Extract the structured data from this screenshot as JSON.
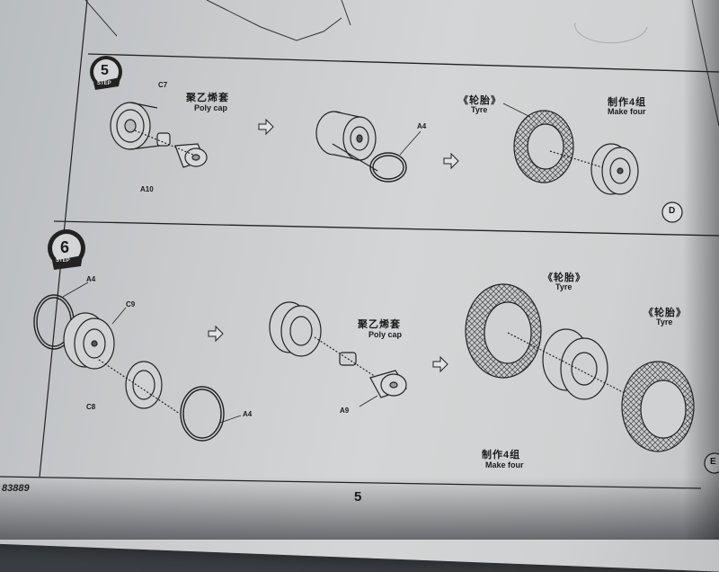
{
  "page": {
    "number": "5",
    "kit_number": "83889"
  },
  "step5": {
    "step_number": "5",
    "step_word": "STEP",
    "part_c7": "C7",
    "part_a10": "A10",
    "part_a4": "A4",
    "polycap_cn": "聚乙烯套",
    "polycap_en": "Poly cap",
    "tyre_cn": "《轮胎》",
    "tyre_en": "Tyre",
    "make_four_cn": "制作4组",
    "make_four_en": "Make four",
    "marker": "D"
  },
  "step6": {
    "step_number": "6",
    "step_word": "STEP",
    "part_a4_top": "A4",
    "part_c9": "C9",
    "part_c8": "C8",
    "part_a4_bottom": "A4",
    "part_a9": "A9",
    "polycap_cn": "聚乙烯套",
    "polycap_en": "Poly cap",
    "tyre1_cn": "《轮胎》",
    "tyre1_en": "Tyre",
    "tyre2_cn": "《轮胎》",
    "tyre2_en": "Tyre",
    "make_four_cn": "制作4组",
    "make_four_en": "Make four",
    "marker": "E"
  }
}
